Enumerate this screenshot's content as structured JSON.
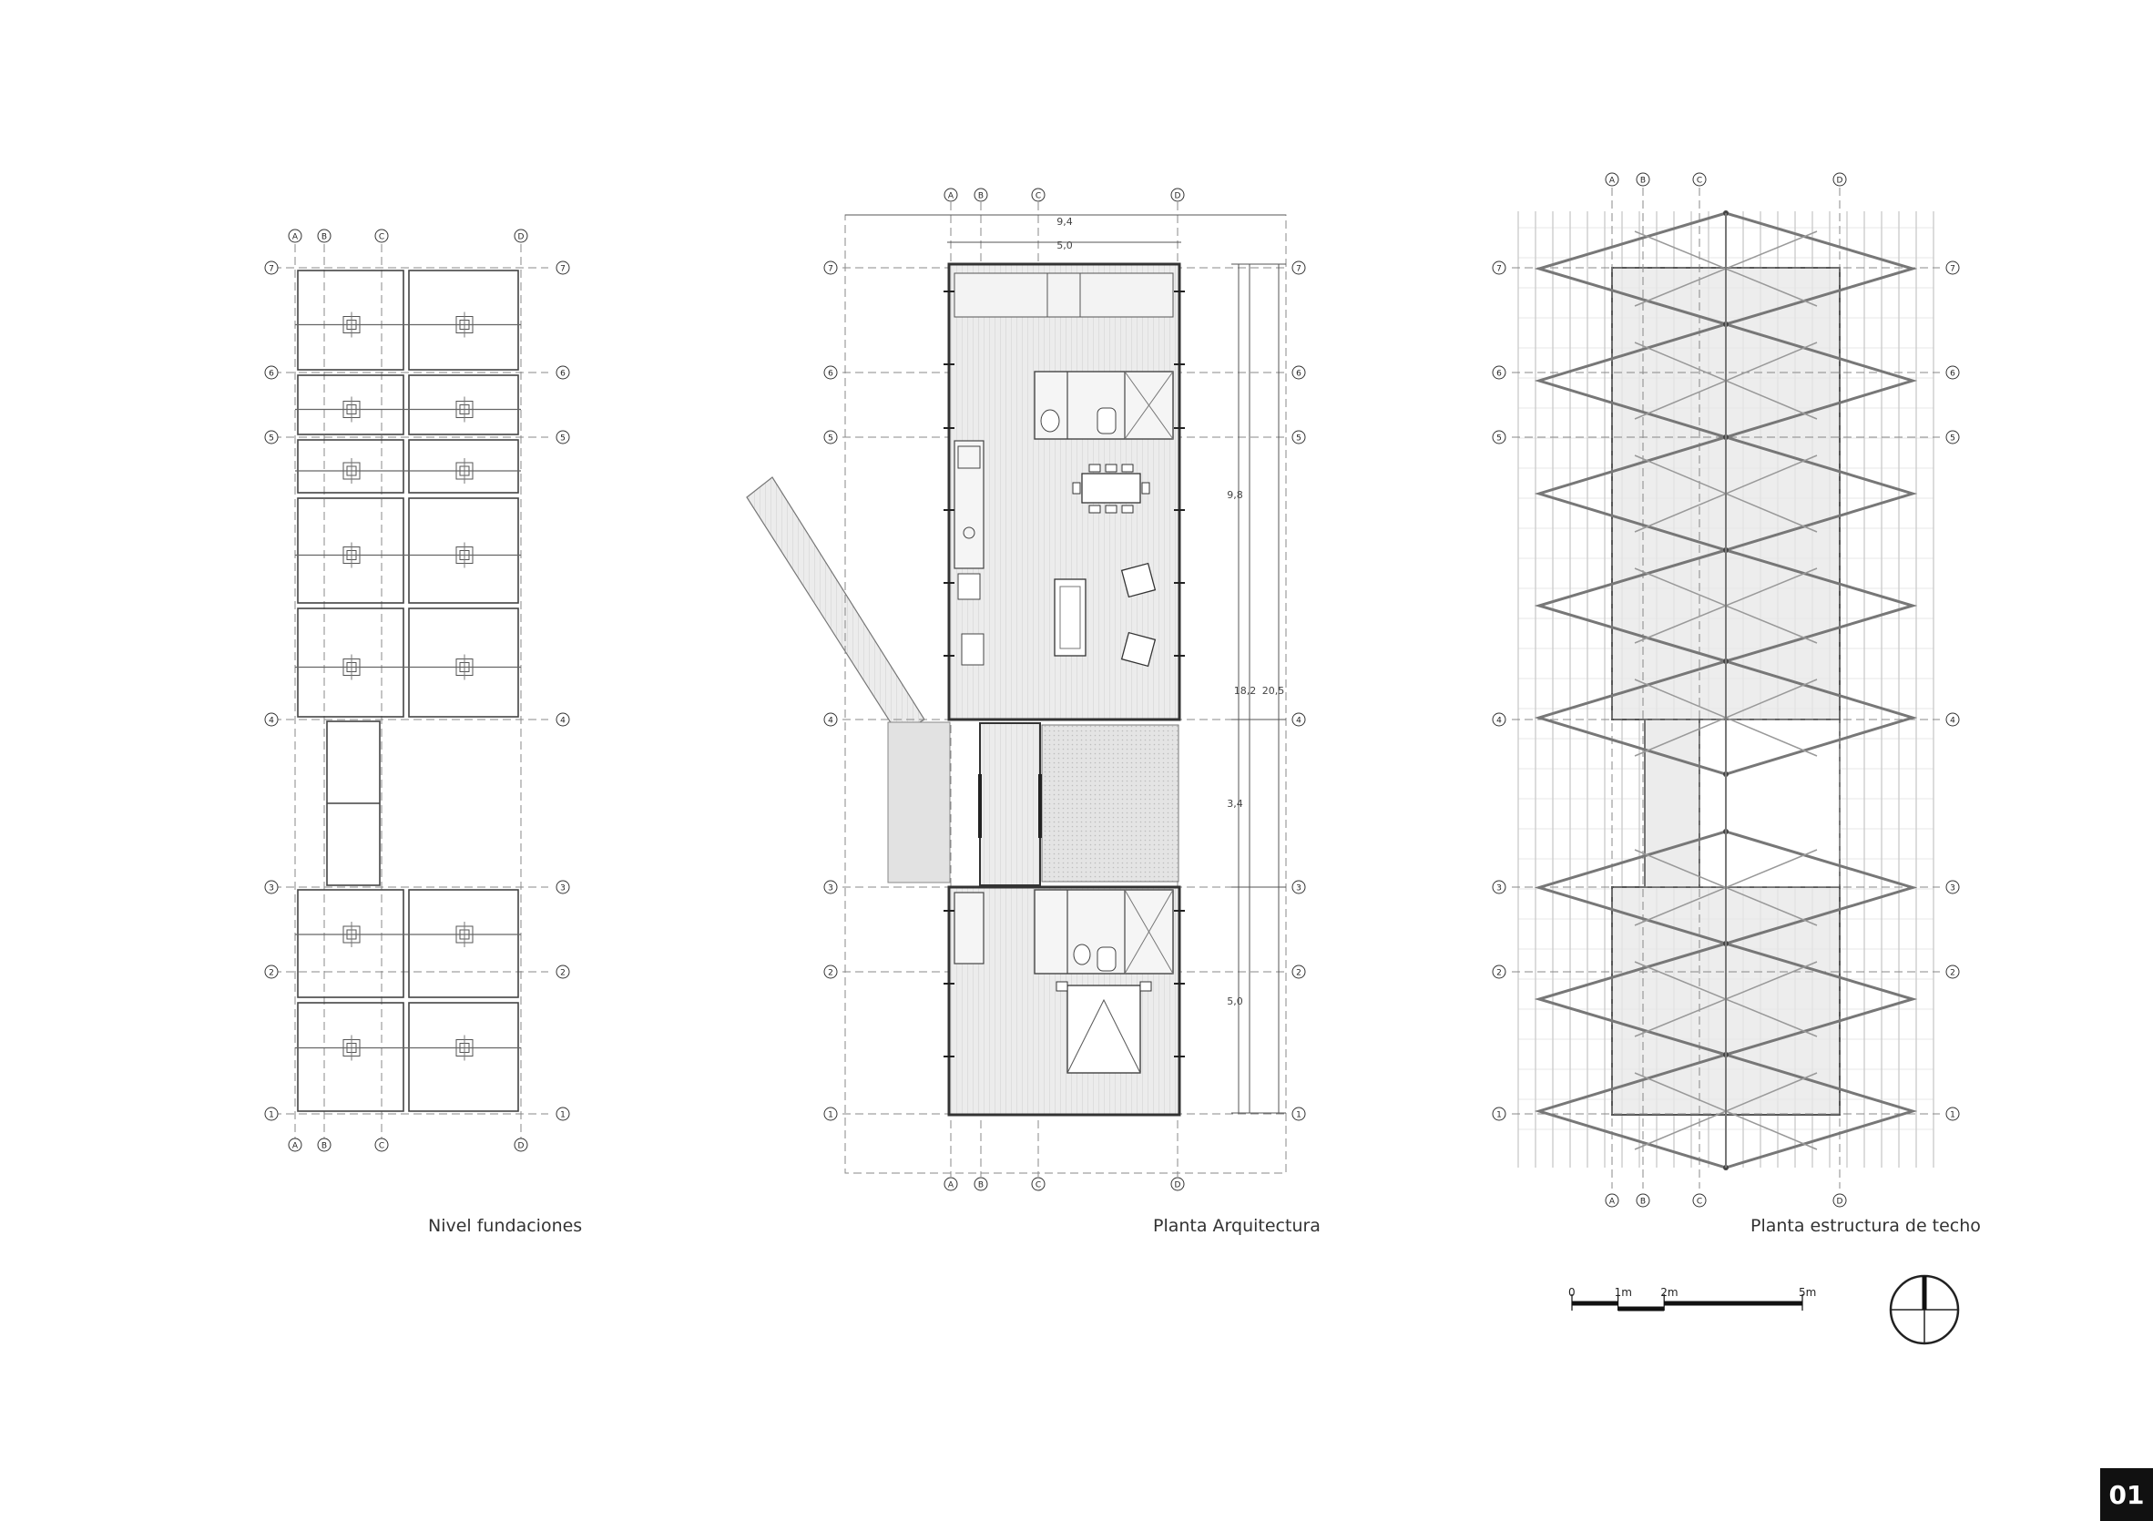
{
  "captions": {
    "foundations": "Nivel fundaciones",
    "architecture": "Planta Arquitectura",
    "roof": "Planta estructura de techo"
  },
  "grid": {
    "columns": [
      "A",
      "B",
      "C",
      "D"
    ],
    "rows": [
      "7",
      "6",
      "5",
      "4",
      "3",
      "2",
      "1"
    ]
  },
  "dimensions": {
    "overall_width": "9,4",
    "inner_width": "5,0",
    "north_block": "9,8",
    "length_inner": "18,2",
    "length_total": "20,5",
    "patio": "3,4",
    "south_block": "5,0"
  },
  "scale_bar": {
    "labels": [
      "0",
      "1m",
      "2m",
      "5m"
    ],
    "values": [
      0,
      1,
      2,
      5
    ]
  },
  "north_arrow": "north-arrow-icon",
  "page_number": "01",
  "colors": {
    "line": "#444444",
    "dash": "#888888",
    "fill": "#e6e6e6",
    "badge": "#111111"
  }
}
